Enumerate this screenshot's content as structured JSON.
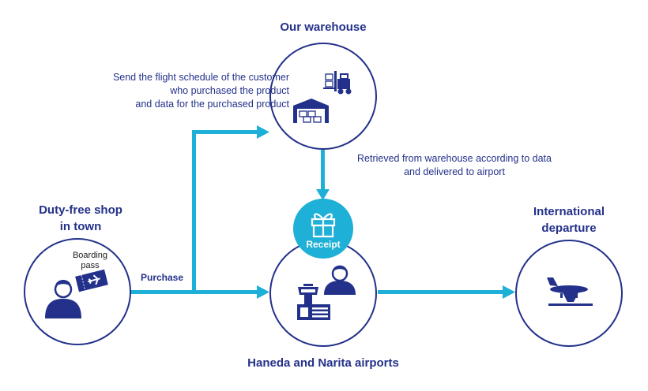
{
  "nodes": {
    "warehouse": {
      "title": "Our warehouse"
    },
    "shop": {
      "title_line1": "Duty-free shop",
      "title_line2": "in town",
      "pass_line1": "Boarding",
      "pass_line2": "pass"
    },
    "airport": {
      "title": "Haneda and Narita airports",
      "badge": "Receipt"
    },
    "departure": {
      "title_line1": "International",
      "title_line2": "departure"
    }
  },
  "edges": {
    "purchase": "Purchase",
    "send_data": {
      "line1": "Send the flight schedule of the customer",
      "line2": "who purchased the product",
      "line3": "and data for the purchased product"
    },
    "retrieve": {
      "line1": "Retrieved from warehouse according to data",
      "line2": "and delivered to airport"
    }
  },
  "icons": {
    "warehouse": "warehouse-forklift-icon",
    "shop": "customer-boarding-pass-icon",
    "airport": "airport-tower-person-icon",
    "departure": "airplane-icon",
    "badge": "gift-icon"
  },
  "colors": {
    "navy": "#23318a",
    "cyan": "#1eb0d6"
  }
}
